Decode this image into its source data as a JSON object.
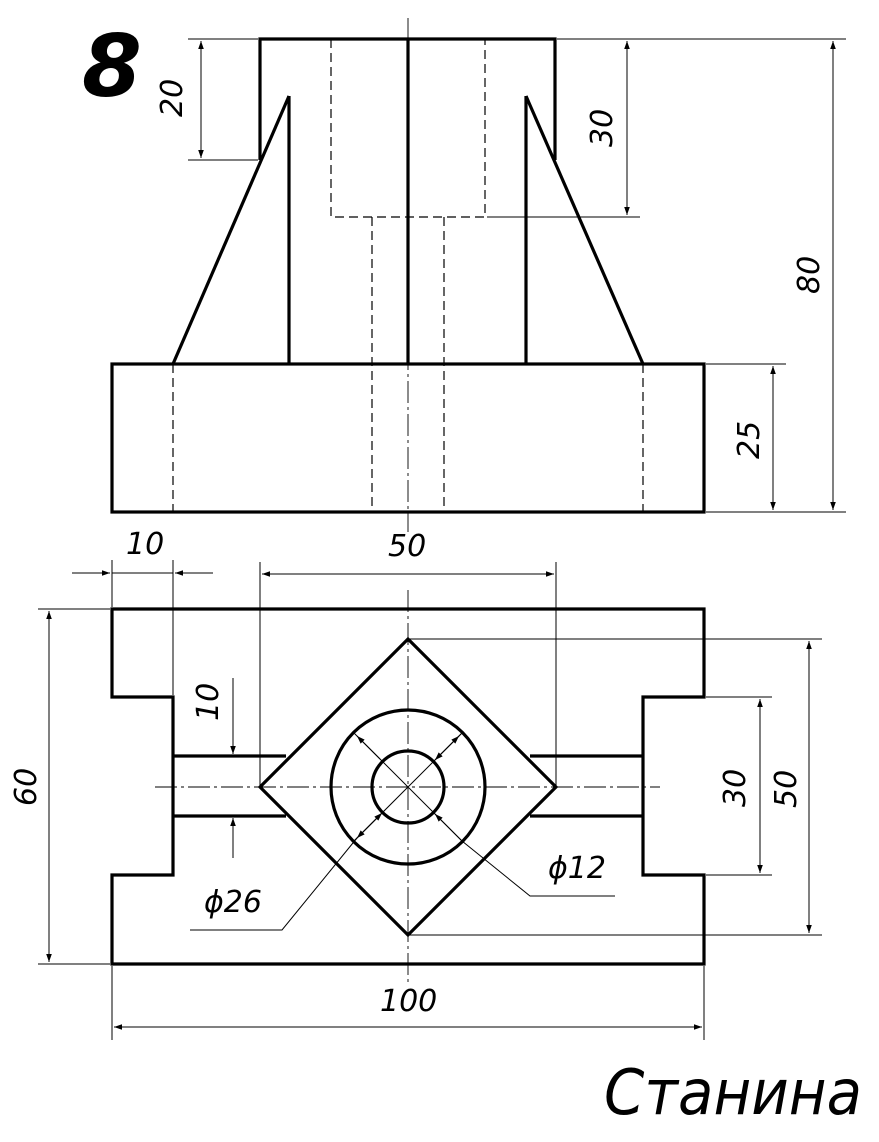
{
  "sheet": {
    "number": "8",
    "part_name": "Станина"
  },
  "dimensions": {
    "front_boss_depth": "20",
    "front_bore_depth": "30",
    "front_total_height": "80",
    "front_base_height": "25",
    "top_rib_offset": "10",
    "top_boss_width": "50",
    "top_slot_width": "10",
    "top_total_depth": "60",
    "top_notch_depth": "30",
    "top_diamond_size": "50",
    "top_outer_diameter": "ϕ26",
    "top_inner_diameter": "ϕ12",
    "top_total_width": "100"
  }
}
